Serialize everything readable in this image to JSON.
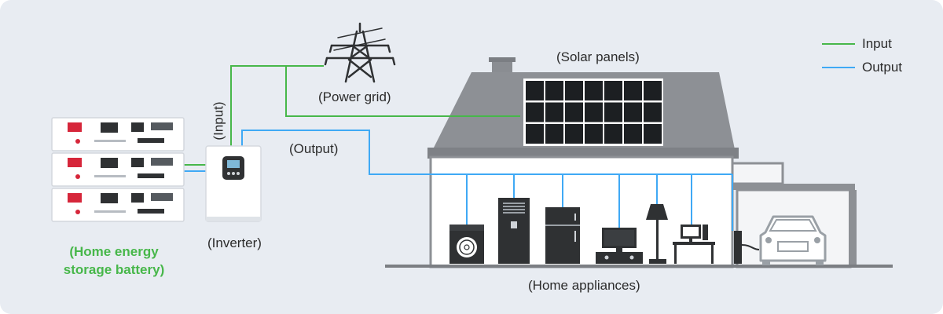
{
  "labels": {
    "solar_panels": "(Solar panels)",
    "power_grid": "(Power grid)",
    "input": "(Input)",
    "output": "(Output)",
    "inverter": "(Inverter)",
    "battery_line1": "(Home energy",
    "battery_line2": "storage battery)",
    "home_appliances": "(Home appliances)"
  },
  "legend": {
    "input": "Input",
    "output": "Output"
  },
  "colors": {
    "input_line": "#47b74a",
    "output_line": "#3fa9f5",
    "background": "#e8ecf2",
    "roof": "#8a8d92",
    "appliance": "#2f3133",
    "battery_label": "#47b74a"
  },
  "icons": [
    "power-tower-icon",
    "solar-panel-icon",
    "battery-rack-icon",
    "inverter-icon",
    "washing-machine-icon",
    "refrigerator-icon",
    "fridge-freezer-icon",
    "tv-icon",
    "floor-lamp-icon",
    "computer-desk-icon",
    "ev-charger-icon",
    "car-icon"
  ]
}
